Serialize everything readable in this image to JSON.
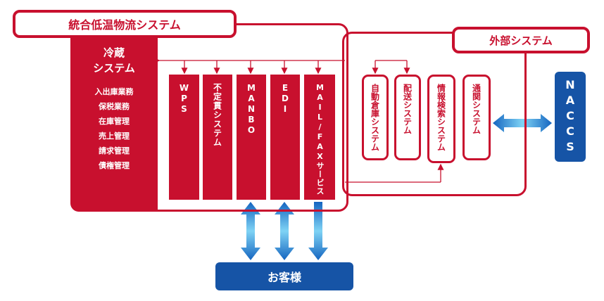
{
  "integrated_system": {
    "title": "統合低温物流システム",
    "main_panel": {
      "title": "冷蔵\nシステム",
      "items": [
        "入出庫業務",
        "保税業務",
        "在庫管理",
        "売上管理",
        "請求管理",
        "債権管理"
      ]
    },
    "modules": [
      "WPS",
      "不定貫システム",
      "MANBO",
      "EDI",
      "MAIL/FAXサービス"
    ]
  },
  "external_system": {
    "title": "外部システム",
    "modules": [
      "自動倉庫システム",
      "配送システム",
      "情報検索システム",
      "通関システム"
    ]
  },
  "naccs": {
    "label": "NACCS"
  },
  "customer": {
    "label": "お客様"
  },
  "colors": {
    "red": "#c8102e",
    "blue": "#1654a6",
    "light_blue": "#6fc3ee"
  }
}
